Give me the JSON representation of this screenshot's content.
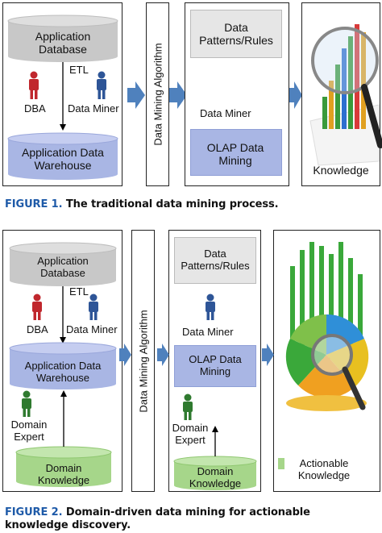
{
  "figure1": {
    "app_database": "Application Database",
    "etl": "ETL",
    "dba": "DBA",
    "data_miner_left": "Data Miner",
    "warehouse": "Application Data Warehouse",
    "algorithm": "Data Mining Algorithm",
    "patterns": "Data Patterns/Rules",
    "data_miner_right": "Data Miner",
    "olap": "OLAP Data Mining",
    "knowledge": "Knowledge",
    "caption_label": "FIGURE 1.",
    "caption_text": "The traditional data mining process."
  },
  "figure2": {
    "app_database": "Application Database",
    "etl": "ETL",
    "dba": "DBA",
    "data_miner_left": "Data Miner",
    "warehouse": "Application Data Warehouse",
    "domain_expert_left": "Domain Expert",
    "domain_knowledge_left": "Domain Knowledge",
    "algorithm": "Data Mining Algorithm",
    "patterns": "Data Patterns/Rules",
    "data_miner_right": "Data Miner",
    "olap": "OLAP Data Mining",
    "domain_expert_right": "Domain Expert",
    "domain_knowledge_right": "Domain Knowledge",
    "actionable": "Actionable Knowledge",
    "caption_label": "FIGURE 2.",
    "caption_text": "Domain-driven data mining for actionable knowledge discovery."
  },
  "colors": {
    "db_gray": "#c8c8c8",
    "warehouse_blue": "#a9b6e4",
    "knowledge_green": "#a6d68a",
    "arrow_blue": "#4f81bd",
    "person_red": "#c0272d",
    "person_blue": "#2e5597",
    "person_green": "#2f7a2f",
    "caption_blue": "#1e5aa8"
  }
}
